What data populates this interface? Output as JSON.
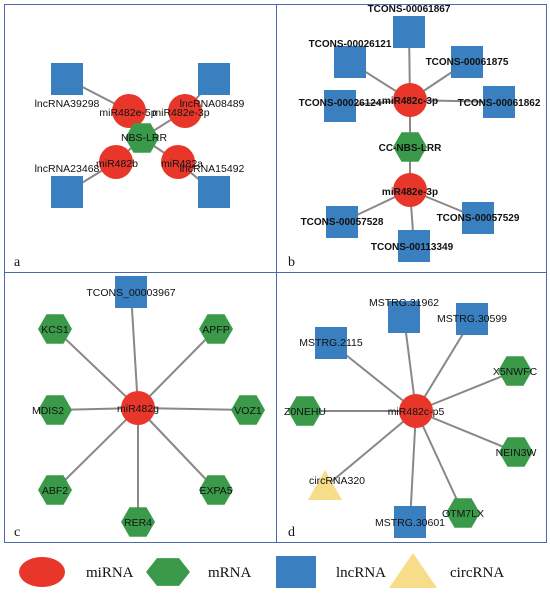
{
  "colors": {
    "mirna": "#e8372a",
    "mrna": "#3a9a4a",
    "lncrna": "#3a80c0",
    "circrna": "#f7dc8a",
    "frame": "#4a6aa8",
    "edge": "#888888"
  },
  "panels": [
    {
      "id": "a",
      "label": "a",
      "nodes": [
        {
          "id": "lnc39298",
          "type": "lncrna",
          "label": "lncRNA39298"
        },
        {
          "id": "lnc08489",
          "type": "lncrna",
          "label": "lncRNA08489"
        },
        {
          "id": "mir5p",
          "type": "mirna",
          "label": "miR482e-5p"
        },
        {
          "id": "mir3p",
          "type": "mirna",
          "label": "miR482e-3p"
        },
        {
          "id": "nbs",
          "type": "mrna",
          "label": "NBS-LRR"
        },
        {
          "id": "mirb",
          "type": "mirna",
          "label": "miR482b"
        },
        {
          "id": "mira",
          "type": "mirna",
          "label": "miR482a"
        },
        {
          "id": "lnc23468",
          "type": "lncrna",
          "label": "lncRNA23468"
        },
        {
          "id": "lnc15492",
          "type": "lncrna",
          "label": "lncRNA15492"
        }
      ]
    },
    {
      "id": "b",
      "label": "b",
      "nodes": [
        {
          "id": "t61867",
          "type": "lncrna",
          "label": "TCONS-00061867"
        },
        {
          "id": "t26121",
          "type": "lncrna",
          "label": "TCONS-00026121"
        },
        {
          "id": "t61875",
          "type": "lncrna",
          "label": "TCONS-00061875"
        },
        {
          "id": "t26124",
          "type": "lncrna",
          "label": "TCONS-00026124"
        },
        {
          "id": "mirc3p",
          "type": "mirna",
          "label": "miR482c-3p"
        },
        {
          "id": "t61862",
          "type": "lncrna",
          "label": "TCONS-00061862"
        },
        {
          "id": "ccnbs",
          "type": "mrna",
          "label": "CC-NBS-LRR"
        },
        {
          "id": "mire3p",
          "type": "mirna",
          "label": "miR482e-3p"
        },
        {
          "id": "t57528",
          "type": "lncrna",
          "label": "TCONS-00057528"
        },
        {
          "id": "t57529",
          "type": "lncrna",
          "label": "TCONS-00057529"
        },
        {
          "id": "t113349",
          "type": "lncrna",
          "label": "TCONS-00113349"
        }
      ]
    },
    {
      "id": "c",
      "label": "c",
      "nodes": [
        {
          "id": "tc3967",
          "type": "lncrna",
          "label": "TCONS_00003967"
        },
        {
          "id": "kcs1",
          "type": "mrna",
          "label": "KCS1"
        },
        {
          "id": "apfp",
          "type": "mrna",
          "label": "APFP"
        },
        {
          "id": "mdis2",
          "type": "mrna",
          "label": "MDIS2"
        },
        {
          "id": "mirg",
          "type": "mirna",
          "label": "miR482g"
        },
        {
          "id": "voz1",
          "type": "mrna",
          "label": "VOZ1"
        },
        {
          "id": "abf2",
          "type": "mrna",
          "label": "ABF2"
        },
        {
          "id": "expa5",
          "type": "mrna",
          "label": "EXPA5"
        },
        {
          "id": "rer4",
          "type": "mrna",
          "label": "RER4"
        }
      ]
    },
    {
      "id": "d",
      "label": "d",
      "nodes": [
        {
          "id": "m31962",
          "type": "lncrna",
          "label": "MSTRG.31962"
        },
        {
          "id": "m30599",
          "type": "lncrna",
          "label": "MSTRG.30599"
        },
        {
          "id": "m2115",
          "type": "lncrna",
          "label": "MSTRG.2115"
        },
        {
          "id": "x5nwfc",
          "type": "mrna",
          "label": "X5NWFC"
        },
        {
          "id": "z0nehu",
          "type": "mrna",
          "label": "Z0NEHU"
        },
        {
          "id": "mircp5",
          "type": "mirna",
          "label": "miR482c-p5"
        },
        {
          "id": "nein3w",
          "type": "mrna",
          "label": "NEIN3W"
        },
        {
          "id": "circ320",
          "type": "circrna",
          "label": "circRNA320"
        },
        {
          "id": "otm7lx",
          "type": "mrna",
          "label": "OTM7LX"
        },
        {
          "id": "m30601",
          "type": "lncrna",
          "label": "MSTRG.30601"
        }
      ]
    }
  ],
  "legend": [
    {
      "type": "mirna",
      "label": "miRNA"
    },
    {
      "type": "mrna",
      "label": "mRNA"
    },
    {
      "type": "lncrna",
      "label": "lncRNA"
    },
    {
      "type": "circrna",
      "label": "circRNA"
    }
  ]
}
